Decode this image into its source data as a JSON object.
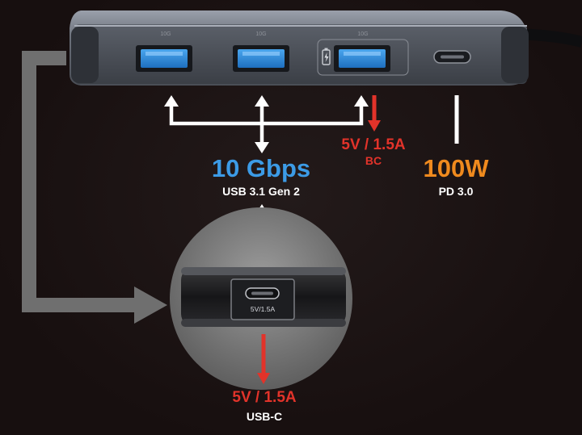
{
  "hub": {
    "port_labels": [
      "10G",
      "10G",
      "10G"
    ],
    "battery_icon": "battery-charge-icon",
    "usb_c_icon": "usb-c-port-icon"
  },
  "callouts": {
    "data_speed": "10 Gbps",
    "data_standard": "USB 3.1 Gen 2",
    "bc_power": "5V / 1.5A",
    "bc_label": "BC",
    "pd_power": "100W",
    "pd_label": "PD 3.0",
    "usbc_power": "5V / 1.5A",
    "usbc_label": "USB-C"
  },
  "side_port": {
    "port_label": "5V/1.5A"
  },
  "colors": {
    "data_blue": "#3c9be6",
    "power_red": "#e2332a",
    "pd_orange": "#ef8a1e",
    "white": "#ffffff",
    "gray_arrow": "#6f6f6f"
  }
}
